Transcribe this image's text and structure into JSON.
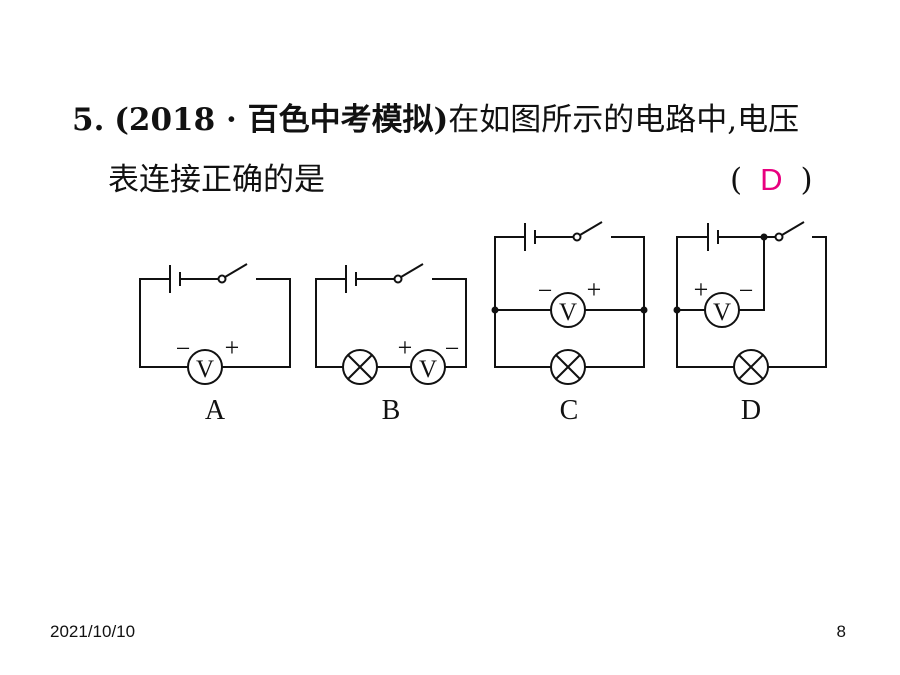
{
  "question": {
    "number": "5.",
    "source_open": "(",
    "source": "2018 · 百色中考模拟",
    "source_close": ")",
    "text_line1": "在如图所示的电路中,电压",
    "text_line2": "表连接正确的是",
    "paren_open": "(",
    "answer": "D",
    "paren_close": ")"
  },
  "figures": {
    "labels": [
      "A",
      "B",
      "C",
      "D"
    ],
    "voltmeter_symbol": "V",
    "plus_sign": "+",
    "minus_sign": "−"
  },
  "footer": {
    "date": "2021/10/10",
    "page": "8"
  },
  "colors": {
    "answer": "#e8007f",
    "text": "#111111"
  }
}
